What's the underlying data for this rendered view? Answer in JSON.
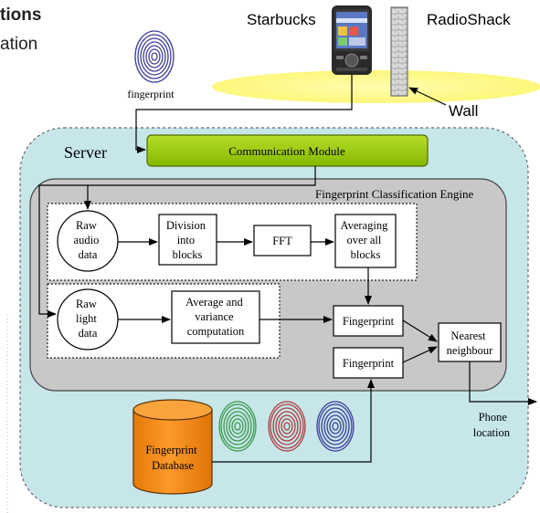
{
  "header": {
    "heading_fragment": "tions",
    "subheading_fragment": "ation"
  },
  "top": {
    "fingerprint_label": "fingerprint",
    "store_left": "Starbucks",
    "store_right": "RadioShack",
    "wall_label": "Wall"
  },
  "server": {
    "label": "Server",
    "comm_module": "Communication Module",
    "engine_title": "Fingerprint Classification Engine"
  },
  "audio_pipeline": {
    "source": [
      "Raw",
      "audio",
      "data"
    ],
    "division": [
      "Division",
      "into",
      "blocks"
    ],
    "fft": "FFT",
    "averaging": [
      "Averaging",
      "over all",
      "blocks"
    ]
  },
  "light_pipeline": {
    "source": [
      "Raw",
      "light",
      "data"
    ],
    "avg_var": [
      "Average and",
      "variance",
      "computation"
    ]
  },
  "matching": {
    "fingerprint_live": "Fingerprint",
    "fingerprint_db": "Fingerprint",
    "nearest": [
      "Nearest",
      "neighbour"
    ],
    "output": [
      "Phone",
      "location"
    ]
  },
  "database": {
    "label": [
      "Fingerprint",
      "Database"
    ]
  },
  "colors": {
    "server_bg": "#c6e6ea",
    "engine_bg": "#c8c8c8",
    "comm_green": "#99cc00",
    "db_orange": "#f58a12",
    "floor_yellow": "#fdfb95",
    "print_blue": "#3d3e9a",
    "print_green": "#3c9a4a",
    "print_red": "#b03c3c"
  },
  "icons": [
    "fingerprint-icon",
    "phone-icon",
    "wall-icon",
    "database-icon"
  ]
}
